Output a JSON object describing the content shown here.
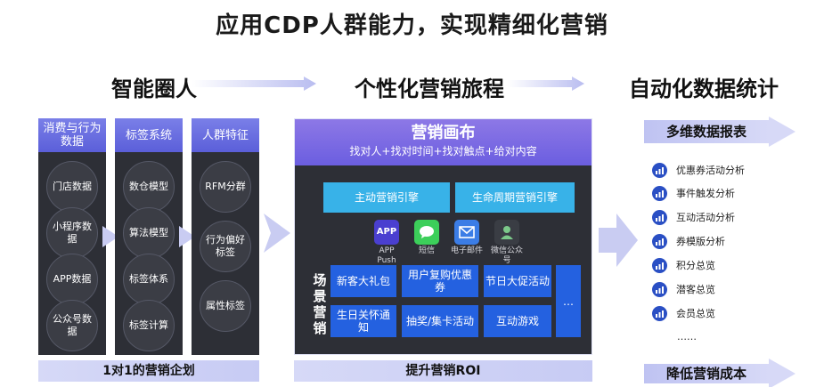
{
  "title": "应用CDP人群能力，实现精细化营销",
  "sections": {
    "left": "智能圈人",
    "middle": "个性化营销旅程",
    "right": "自动化数据统计"
  },
  "columns": [
    {
      "header": "消费与行为数据",
      "items": [
        "门店数据",
        "小程序数据",
        "APP数据",
        "公众号数据"
      ]
    },
    {
      "header": "标签系统",
      "items": [
        "数仓模型",
        "算法模型",
        "标签体系",
        "标签计算"
      ]
    },
    {
      "header": "人群特征",
      "items": [
        "RFM分群",
        "行为偏好标签",
        "属性标签"
      ]
    }
  ],
  "left_bottom": "1对1的营销企划",
  "canvas": {
    "title": "营销画布",
    "subtitle": "找对人+找对时间+找对触点+给对内容",
    "engines": [
      "主动营销引擎",
      "生命周期营销引擎"
    ],
    "channels": [
      {
        "icon": "APP",
        "label": "APP Push",
        "color": "#4a3fd0",
        "icon_name": "app-icon"
      },
      {
        "icon": "✉",
        "label": "短信",
        "color": "#3ccf5a",
        "icon_name": "sms-icon"
      },
      {
        "icon": "✉",
        "label": "电子邮件",
        "color": "#3b7de6",
        "icon_name": "email-icon"
      },
      {
        "icon": "●",
        "label": "微信公众号",
        "color": "#3a3d44",
        "icon_name": "wechat-icon"
      }
    ],
    "scene_label": "场景营销",
    "scenes": [
      "新客大礼包",
      "用户复购优惠券",
      "节日大促活动",
      "生日关怀通知",
      "抽奖/集卡活动",
      "互动游戏",
      "…"
    ]
  },
  "middle_bottom": "提升营销ROI",
  "reports": {
    "header": "多维数据报表",
    "items": [
      "优惠券活动分析",
      "事件触发分析",
      "互动活动分析",
      "券模版分析",
      "积分总览",
      "潜客总览",
      "会员总览"
    ],
    "more": "……"
  },
  "right_bottom": "降低营销成本"
}
